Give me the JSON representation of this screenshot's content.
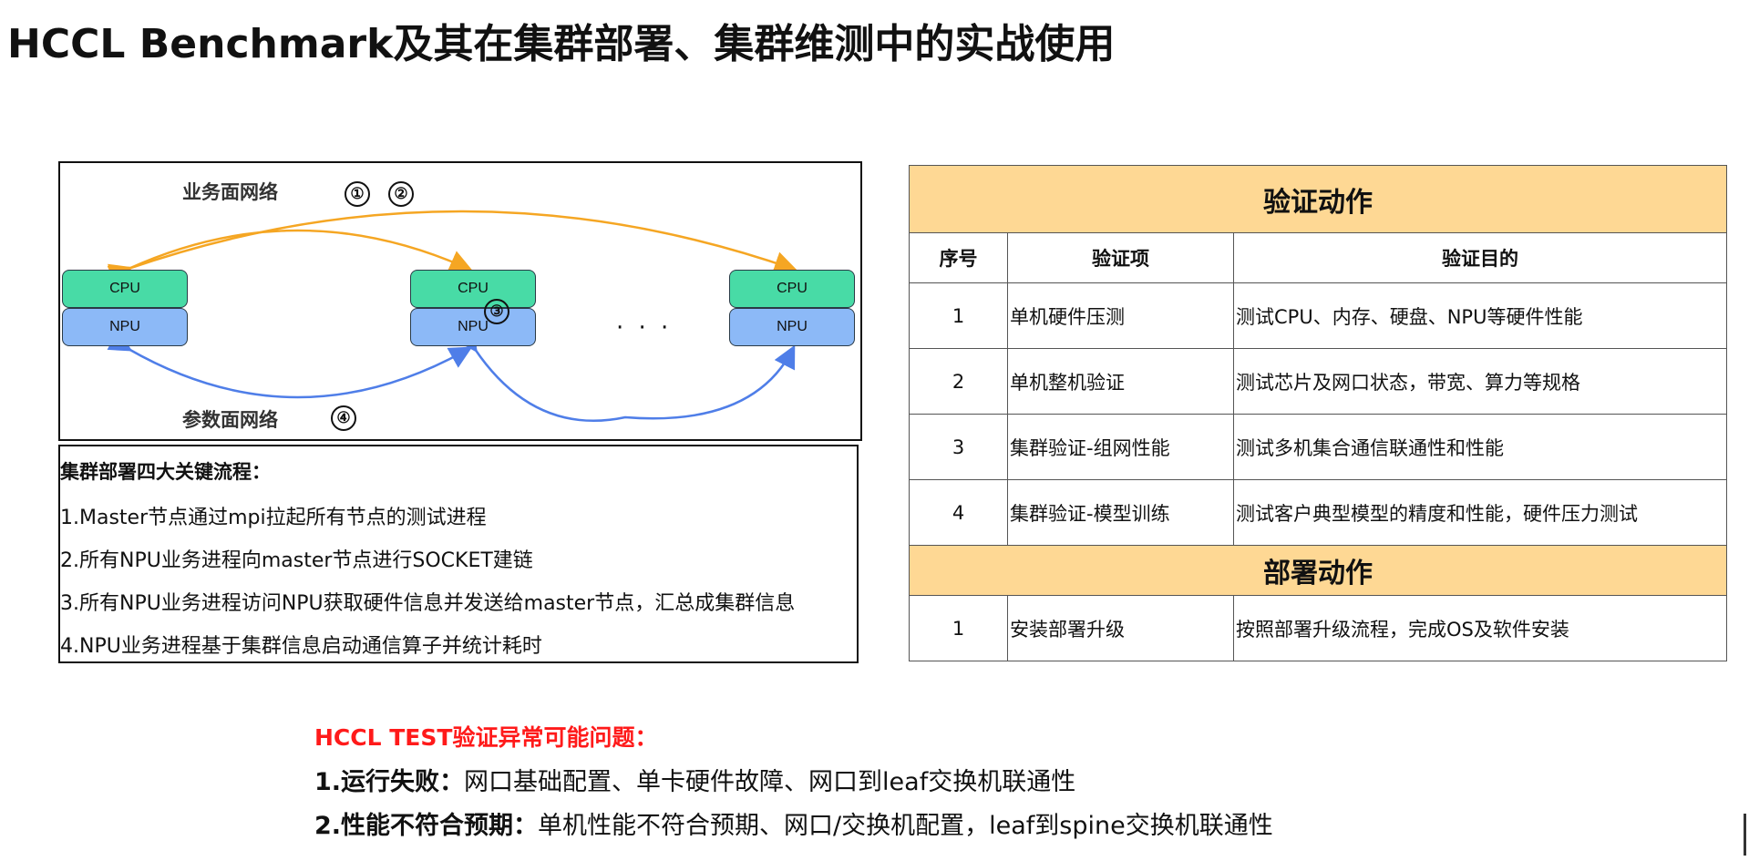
{
  "title": "HCCL Benchmark及其在集群部署、集群维测中的实战使用",
  "diagram": {
    "business_net_label": "业务面网络",
    "param_net_label": "参数面网络",
    "marker_1": "①",
    "marker_2": "②",
    "marker_3": "③",
    "marker_4": "④",
    "cpu_label": "CPU",
    "npu_label": "NPU",
    "ellipsis": "· · ·",
    "colors": {
      "cpu": "#48dba6",
      "npu": "#8cb9f7",
      "business_arrow": "#f5a623",
      "param_arrow": "#4f7ee8"
    }
  },
  "process": {
    "heading": "集群部署四大关键流程：",
    "steps": [
      "1.Master节点通过mpi拉起所有节点的测试进程",
      "2.所有NPU业务进程向master节点进行SOCKET建链",
      "3.所有NPU业务进程访问NPU获取硬件信息并发送给master节点，汇总成集群信息",
      "4.NPU业务进程基于集群信息启动通信算子并统计耗时"
    ]
  },
  "table": {
    "section1": "验证动作",
    "headers": [
      "序号",
      "验证项",
      "验证目的"
    ],
    "rows": [
      [
        "1",
        "单机硬件压测",
        "测试CPU、内存、硬盘、NPU等硬件性能"
      ],
      [
        "2",
        "单机整机验证",
        "测试芯片及网口状态，带宽、算力等规格"
      ],
      [
        "3",
        "集群验证-组网性能",
        "测试多机集合通信联通性和性能"
      ],
      [
        "4",
        "集群验证-模型训练",
        "测试客户典型模型的精度和性能，硬件压力测试"
      ]
    ],
    "section2": "部署动作",
    "rows2": [
      [
        "1",
        "安装部署升级",
        "按照部署升级流程，完成OS及软件安装"
      ]
    ],
    "section_color": "#fed894"
  },
  "issues": {
    "heading": "HCCL TEST验证异常可能问题：",
    "item1_label": "1.运行失败：",
    "item1_text": "网口基础配置、单卡硬件故障、网口到leaf交换机联通性",
    "item2_label": "2.性能不符合预期：",
    "item2_text": "单机性能不符合预期、网口/交换机配置，leaf到spine交换机联通性",
    "heading_color": "#ff1a1a"
  }
}
